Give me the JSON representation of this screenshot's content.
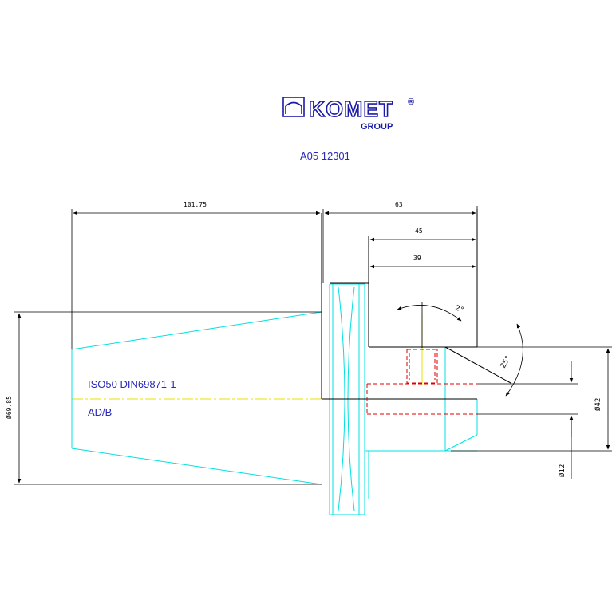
{
  "logo": {
    "name": "KOMET",
    "registered": "®",
    "group": "GROUP"
  },
  "part_number": "A05 12301",
  "labels": {
    "standard": "ISO50 DIN69871-1",
    "form": "AD/B"
  },
  "dimensions": {
    "taper_length": "101.75",
    "total_length": "63",
    "length_45": "45",
    "length_39": "39",
    "angle_small": "2°",
    "angle_25": "25°",
    "diameter_flange": "Ø69.85",
    "diameter_42": "Ø42",
    "diameter_12": "Ø12"
  },
  "colors": {
    "outline": "#000000",
    "taper": "#00e0e0",
    "centerline": "#e8e000",
    "hidden": "#e00000",
    "brand": "#1a1aa6",
    "label": "#2a2ab8"
  }
}
